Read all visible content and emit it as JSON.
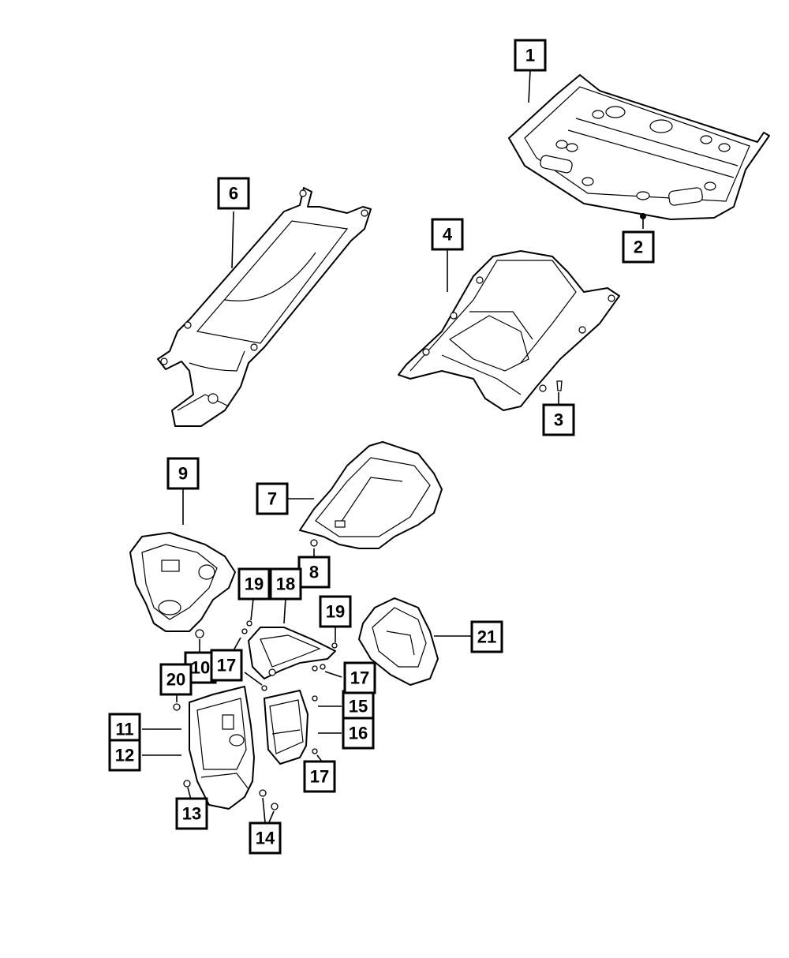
{
  "callouts": [
    {
      "id": "c1",
      "label": "1"
    },
    {
      "id": "c2",
      "label": "2"
    },
    {
      "id": "c3",
      "label": "3"
    },
    {
      "id": "c4",
      "label": "4"
    },
    {
      "id": "c6",
      "label": "6"
    },
    {
      "id": "c7",
      "label": "7"
    },
    {
      "id": "c8",
      "label": "8"
    },
    {
      "id": "c9",
      "label": "9"
    },
    {
      "id": "c10",
      "label": "10"
    },
    {
      "id": "c11",
      "label": "11"
    },
    {
      "id": "c12",
      "label": "12"
    },
    {
      "id": "c13",
      "label": "13"
    },
    {
      "id": "c14",
      "label": "14"
    },
    {
      "id": "c15",
      "label": "15"
    },
    {
      "id": "c16",
      "label": "16"
    },
    {
      "id": "c17a",
      "label": "17"
    },
    {
      "id": "c17b",
      "label": "17"
    },
    {
      "id": "c17c",
      "label": "17"
    },
    {
      "id": "c18",
      "label": "18"
    },
    {
      "id": "c19a",
      "label": "19"
    },
    {
      "id": "c19b",
      "label": "19"
    },
    {
      "id": "c20",
      "label": "20"
    },
    {
      "id": "c21",
      "label": "21"
    }
  ]
}
